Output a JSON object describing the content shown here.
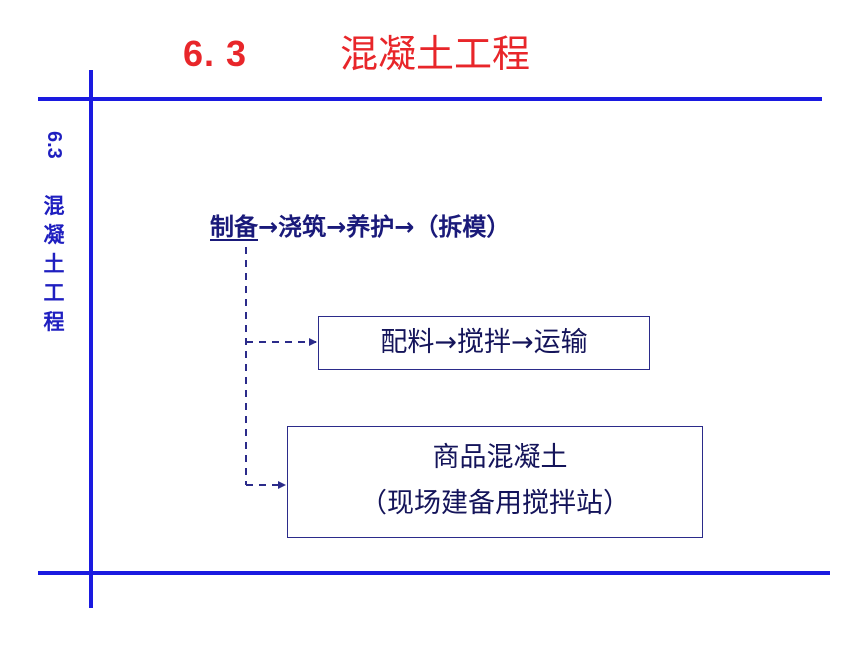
{
  "title": {
    "number": "6. 3",
    "text": "混凝土工程"
  },
  "sidebar": {
    "number": "6.3",
    "text": "混凝土工程"
  },
  "process": {
    "step1": "制备",
    "arrow": "→",
    "step2": "浇筑",
    "step3": "养护",
    "step4": "（拆模）"
  },
  "box1": {
    "text": "配料→搅拌→运输"
  },
  "box2": {
    "line1": "商品混凝土",
    "line2": "（现场建备用搅拌站）"
  },
  "colors": {
    "title": "#e8262a",
    "frame": "#1a1ae0",
    "text": "#1a1a7a"
  }
}
